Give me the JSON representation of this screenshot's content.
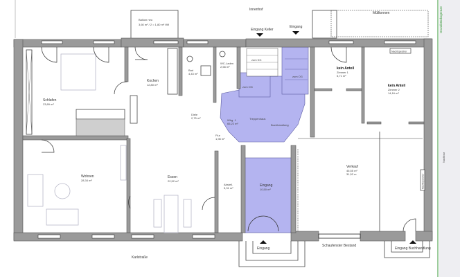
{
  "outside": {
    "courtyard": "Innenhof",
    "bins": "Mülltonnen",
    "street": "Karlstraße",
    "property_line": "Grundstücksgrenze",
    "neighbor": "Nachbar",
    "balcony_title": "Balkon neu",
    "balcony_area": "3,60 m² / 2 = 1,80 m² Wfl",
    "entrance_cellar": "Eingang Keller",
    "entrance_rear": "Eingang",
    "entrance_front": "Eingang",
    "shop_window": "Schaufenster Bestand",
    "entrance_bookshop": "Eingang Buchhandlung"
  },
  "rooms": {
    "schlafen": {
      "name": "Schlafen",
      "area": "23,89 m²"
    },
    "kochen": {
      "name": "Kochen",
      "area": "12,80 m²"
    },
    "bad": {
      "name": "Bad",
      "area": "4,43 m²"
    },
    "wc": {
      "name": "WC-Laden",
      "area": "2,58 m²"
    },
    "diele": {
      "name": "Diele",
      "area": "2,75 m²"
    },
    "flur": {
      "name": "Flur",
      "area": "1,98 m²"
    },
    "whg": {
      "name": "Whg. 1",
      "area": "65,22 m²"
    },
    "treppenhaus": {
      "name": "Treppenhaus"
    },
    "buchhandlung": {
      "name": "Buchhandlung"
    },
    "wohnen": {
      "name": "Wohnen",
      "area": "28,34 m²"
    },
    "essen": {
      "name": "Essen",
      "area": "22,52 m²"
    },
    "abstell": {
      "name": "Abstell.",
      "area": "5,31 m²"
    },
    "eingang": {
      "name": "Eingang",
      "area": "10,50 m²"
    },
    "verkauf": {
      "name": "Verkauf",
      "area": "46,55 m²",
      "length": "31,52 m"
    },
    "zimmer1": {
      "tag": "kein Anteil",
      "name": "Zimmer 1",
      "area": "5,71 m²"
    },
    "zimmer2": {
      "tag": "kein Anteil",
      "name": "Zimmer 2",
      "area": "14,16 m²"
    }
  },
  "stairs": {
    "kg": "zum KG",
    "og": "zum OG",
    "og2": "zum OG"
  },
  "equipment": {
    "storage_heater_top": "Nachtspeicher",
    "storage_heater_right": "Nachtspeicher"
  },
  "colors": {
    "common_area": "#b4b4f0",
    "walls": "#9a9a9a",
    "property_line": "#3a9a3a"
  }
}
